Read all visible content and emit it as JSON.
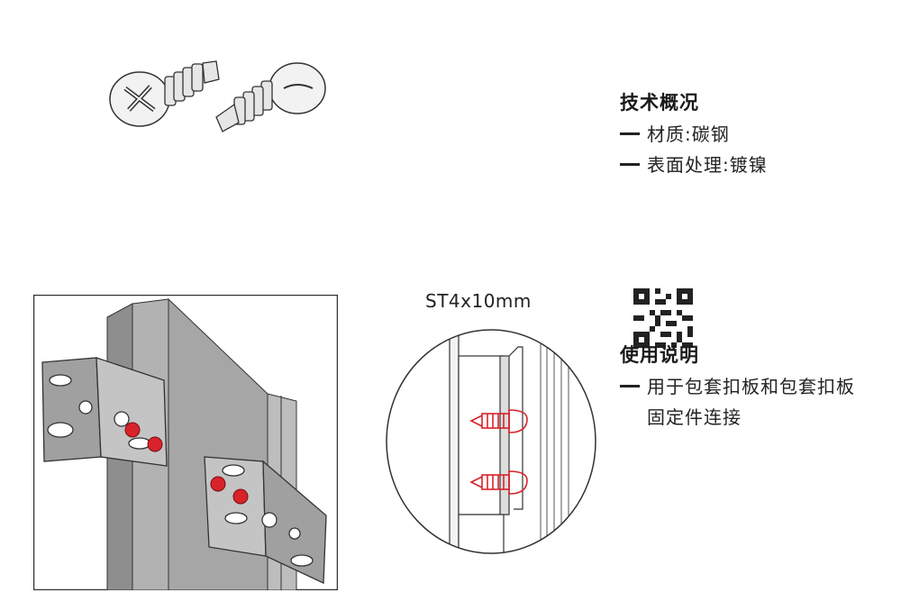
{
  "tech": {
    "title": "技术概况",
    "items": [
      "材质:碳钢",
      "表面处理:镀镍"
    ]
  },
  "usage": {
    "title": "使用说明",
    "line1": "用于包套扣板和包套扣板",
    "line2": "固定件连接"
  },
  "spec": {
    "label": "ST4x10mm"
  },
  "colors": {
    "screw_red": "#d8232a",
    "panel_gray": "#a8a8a8",
    "metal": "#b9b9b9",
    "outline": "#333333"
  },
  "icons": {
    "qr": "qr-code-icon"
  }
}
